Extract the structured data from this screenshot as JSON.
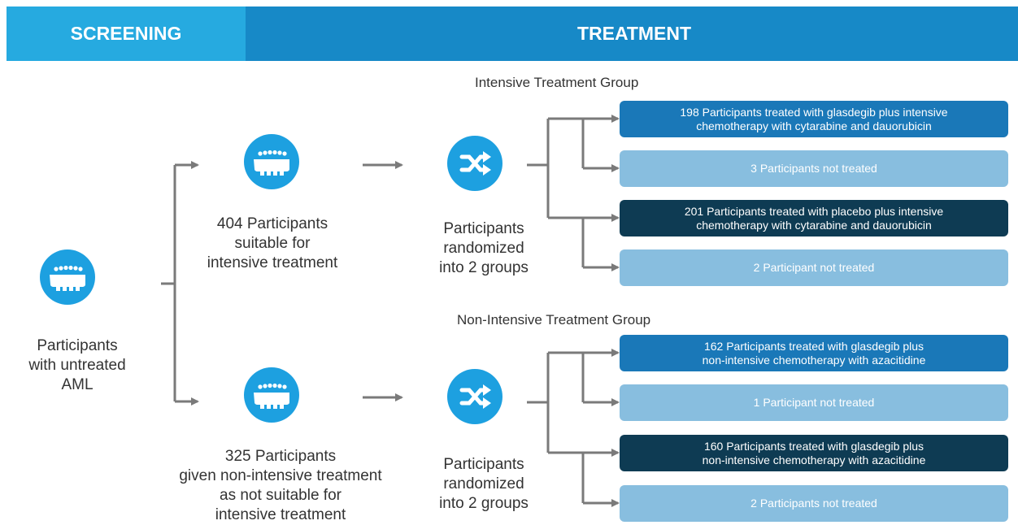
{
  "colors": {
    "header_light": "#26aae0",
    "header_dark": "#1789c7",
    "circle": "#1da0e0",
    "treated_blue": "#1a78b8",
    "treated_navy": "#0e3b53",
    "not_treated": "#88bedf",
    "connector": "#7a7a7a"
  },
  "header": {
    "screening": "SCREENING",
    "treatment": "TREATMENT"
  },
  "screening": {
    "label": "Participants\nwith untreated\nAML",
    "icon": "people-group-icon"
  },
  "intensive_path": {
    "participants_label": "404 Participants\nsuitable for\nintensive treatment",
    "randomized_label": "Participants\nrandomized\ninto 2 groups",
    "group_title": "Intensive Treatment Group",
    "outcomes": [
      {
        "text": "198 Participants treated with glasdegib plus intensive\nchemotherapy with cytarabine and dauorubicin",
        "kind": "treated"
      },
      {
        "text": "3 Participants not treated",
        "kind": "not-treated"
      },
      {
        "text": "201 Participants treated with placebo plus intensive\nchemotherapy with cytarabine and dauorubicin",
        "kind": "placebo"
      },
      {
        "text": "2 Participant not treated",
        "kind": "not-treated"
      }
    ]
  },
  "non_intensive_path": {
    "participants_label": "325 Participants\ngiven non-intensive treatment\nas not suitable for\nintensive treatment",
    "randomized_label": "Participants\nrandomized\ninto 2 groups",
    "group_title": "Non-Intensive Treatment Group",
    "outcomes": [
      {
        "text": "162 Participants treated with glasdegib plus\nnon-intensive chemotherapy with azacitidine",
        "kind": "treated"
      },
      {
        "text": "1 Participant not treated",
        "kind": "not-treated"
      },
      {
        "text": "160 Participants treated with glasdegib plus\nnon-intensive chemotherapy with azacitidine",
        "kind": "placebo"
      },
      {
        "text": "2 Participants not treated",
        "kind": "not-treated"
      }
    ]
  }
}
